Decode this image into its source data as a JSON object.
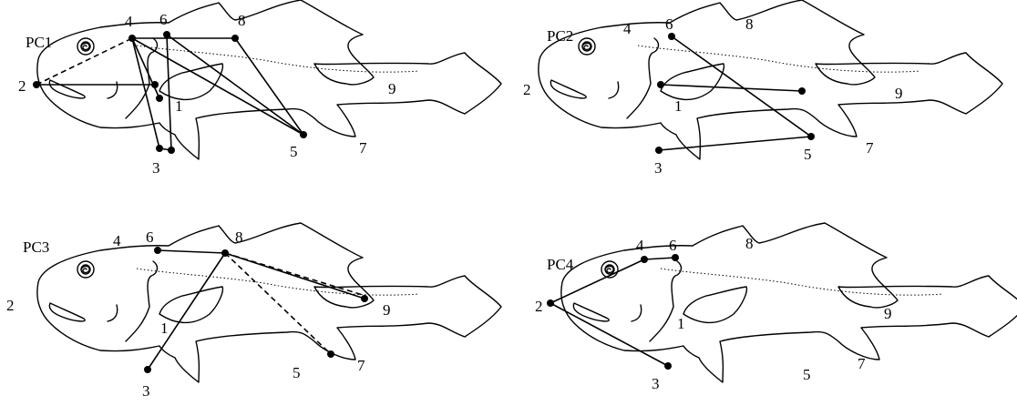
{
  "panels": [
    {
      "title": "PC1",
      "labels": [
        "1",
        "2",
        "3",
        "4",
        "5",
        "6",
        "7",
        "8",
        "9"
      ]
    },
    {
      "title": "PC2",
      "labels": [
        "1",
        "2",
        "3",
        "4",
        "5",
        "6",
        "7",
        "8",
        "9"
      ]
    },
    {
      "title": "PC3",
      "labels": [
        "1",
        "2",
        "3",
        "4",
        "5",
        "6",
        "7",
        "8",
        "9"
      ]
    },
    {
      "title": "PC4",
      "labels": [
        "1",
        "2",
        "3",
        "4",
        "5",
        "6",
        "7",
        "8",
        "9"
      ]
    }
  ]
}
